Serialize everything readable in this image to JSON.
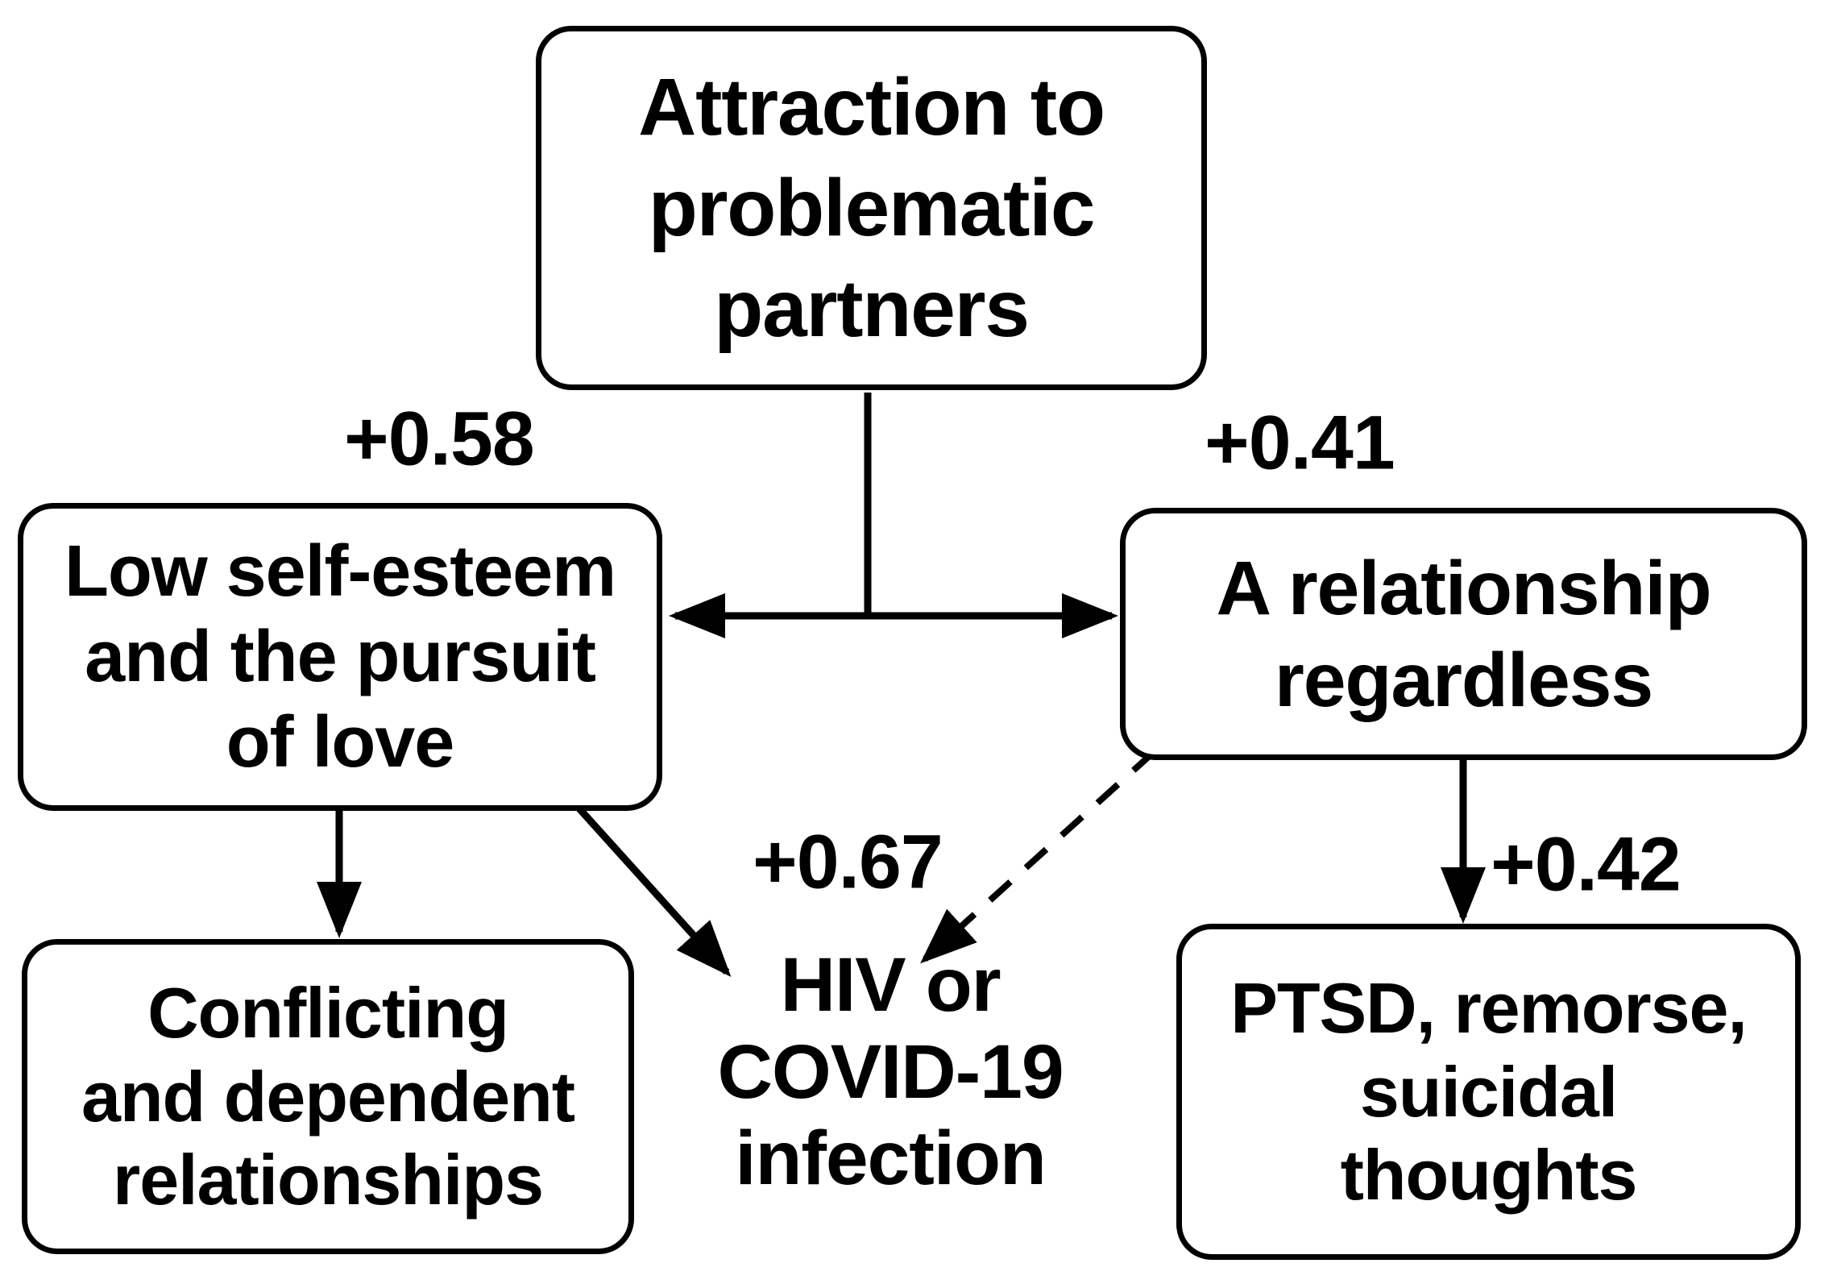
{
  "diagram": {
    "background_color": "#ffffff",
    "line_color": "#000000",
    "text_color": "#000000",
    "nodes": {
      "attraction": {
        "boxed": true,
        "lines": [
          "Attraction to",
          "problematic",
          "partners"
        ]
      },
      "low_self_esteem": {
        "boxed": true,
        "lines": [
          "Low self-esteem",
          "and the pursuit",
          "of love"
        ]
      },
      "relationship": {
        "boxed": true,
        "lines": [
          "A relationship",
          "regardless"
        ]
      },
      "conflicting": {
        "boxed": true,
        "lines": [
          "Conflicting",
          "and dependent",
          "relationships"
        ]
      },
      "hiv_covid": {
        "boxed": false,
        "lines": [
          "HIV or",
          "COVID-19",
          "infection"
        ]
      },
      "ptsd": {
        "boxed": true,
        "lines": [
          "PTSD, remorse,",
          "suicidal",
          "thoughts"
        ]
      }
    },
    "edge_labels": {
      "attraction_to_low_self_esteem": "+0.58",
      "attraction_to_relationship": "+0.41",
      "to_infection": "+0.67",
      "relationship_to_ptsd": "+0.42"
    },
    "edges": [
      {
        "from": "attraction",
        "to": "low_self_esteem",
        "style": "solid",
        "arrow": "double-headed-split",
        "label": "+0.58"
      },
      {
        "from": "attraction",
        "to": "relationship",
        "style": "solid",
        "arrow": "double-headed-split",
        "label": "+0.41"
      },
      {
        "from": "low_self_esteem",
        "to": "conflicting",
        "style": "solid",
        "arrow": "single",
        "label": ""
      },
      {
        "from": "low_self_esteem",
        "to": "hiv_covid",
        "style": "solid",
        "arrow": "single",
        "label": "+0.67"
      },
      {
        "from": "relationship",
        "to": "hiv_covid",
        "style": "dashed",
        "arrow": "single",
        "label": ""
      },
      {
        "from": "relationship",
        "to": "ptsd",
        "style": "solid",
        "arrow": "single",
        "label": "+0.42"
      }
    ]
  }
}
